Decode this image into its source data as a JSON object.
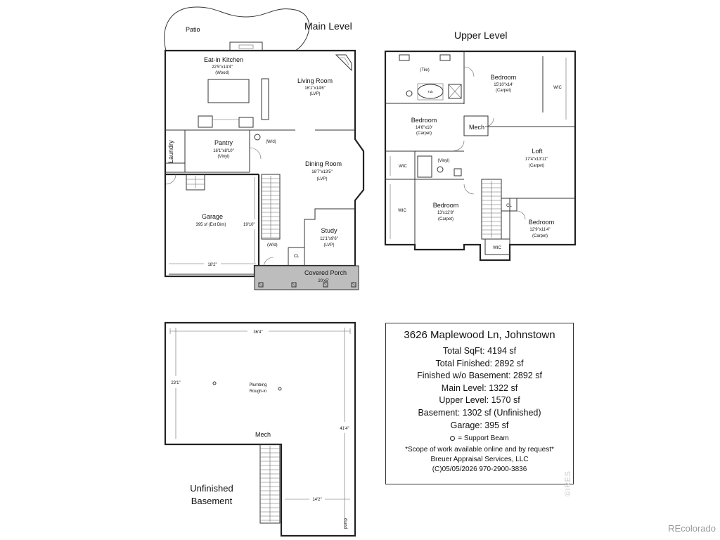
{
  "levels": {
    "main": "Main Level",
    "upper": "Upper Level",
    "basement_line1": "Unfinished",
    "basement_line2": "Basement"
  },
  "main_rooms": {
    "patio": "Patio",
    "kitchen": {
      "name": "Eat-in Kitchen",
      "dims": "22'5\"x14'4\"",
      "floor": "(Wood)"
    },
    "living": {
      "name": "Living Room",
      "dims": "16'1\"x14'6\"",
      "floor": "(LVP)"
    },
    "pantry": {
      "name": "Pantry",
      "dims": "16'1\"x8'10\"",
      "floor": "(Vinyl)"
    },
    "laundry": "Laundry",
    "wd_upper": "(W/d)",
    "dining": {
      "name": "Dining Room",
      "dims": "16'7\"x13'5\"",
      "floor": "(LVP)"
    },
    "garage": {
      "name": "Garage",
      "dims": "395 sf (Ext Dim)",
      "width": "18'2\"",
      "depth": "19'10\""
    },
    "study": {
      "name": "Study",
      "dims": "11'1\"x9'6\"",
      "floor": "(LVP)"
    },
    "wd_lower": "(W/d)",
    "cl": "CL",
    "porch": {
      "name": "Covered Porch",
      "dims": "20'x5'"
    }
  },
  "upper_rooms": {
    "tile": "(Tile)",
    "tub": "Tub",
    "bed1": {
      "name": "Bedroom",
      "dims": "15'10\"x14'",
      "floor": "(Carpet)"
    },
    "wic1": "WIC",
    "bed2": {
      "name": "Bedroom",
      "dims": "14'6\"x10'",
      "floor": "(Carpet)"
    },
    "mech": "Mech",
    "loft": {
      "name": "Loft",
      "dims": "17'4\"x13'11\"",
      "floor": "(Carpet)"
    },
    "wic2": "WIC",
    "vinyl": "(Vinyl)",
    "wic3": "WIC",
    "bed3": {
      "name": "Bedroom",
      "dims": "13'x12'8\"",
      "floor": "(Carpet)"
    },
    "cl": "CL",
    "bed4": {
      "name": "Bedroom",
      "dims": "12'9\"x11'4\"",
      "floor": "(Carpet)"
    },
    "wic4": "WIC"
  },
  "basement": {
    "top_dim": "36'4\"",
    "left_dim": "23'1\"",
    "right_dim": "41'4\"",
    "bottom_dim": "14'2\"",
    "plumbing1": "Plumbing",
    "plumbing2": "Rough-in",
    "mech": "Mech",
    "pump": "pump"
  },
  "info": {
    "address": "3626 Maplewood Ln, Johnstown",
    "lines": [
      "Total SqFt: 4194 sf",
      "Total Finished: 2892 sf",
      "Finished w/o Basement: 2892 sf",
      "Main Level: 1322 sf",
      "Upper Level: 1570 sf",
      "Basement: 1302 sf (Unfinished)",
      "Garage: 395 sf"
    ],
    "beam_legend": "= Support Beam",
    "scope": "*Scope of work available online and by request*",
    "company": "Breuer Appraisal Services, LLC",
    "contact": "(C)05/05/2026   970-2900-3836"
  },
  "watermarks": {
    "ires": "©IRES",
    "recolorado": "REcolorado"
  }
}
